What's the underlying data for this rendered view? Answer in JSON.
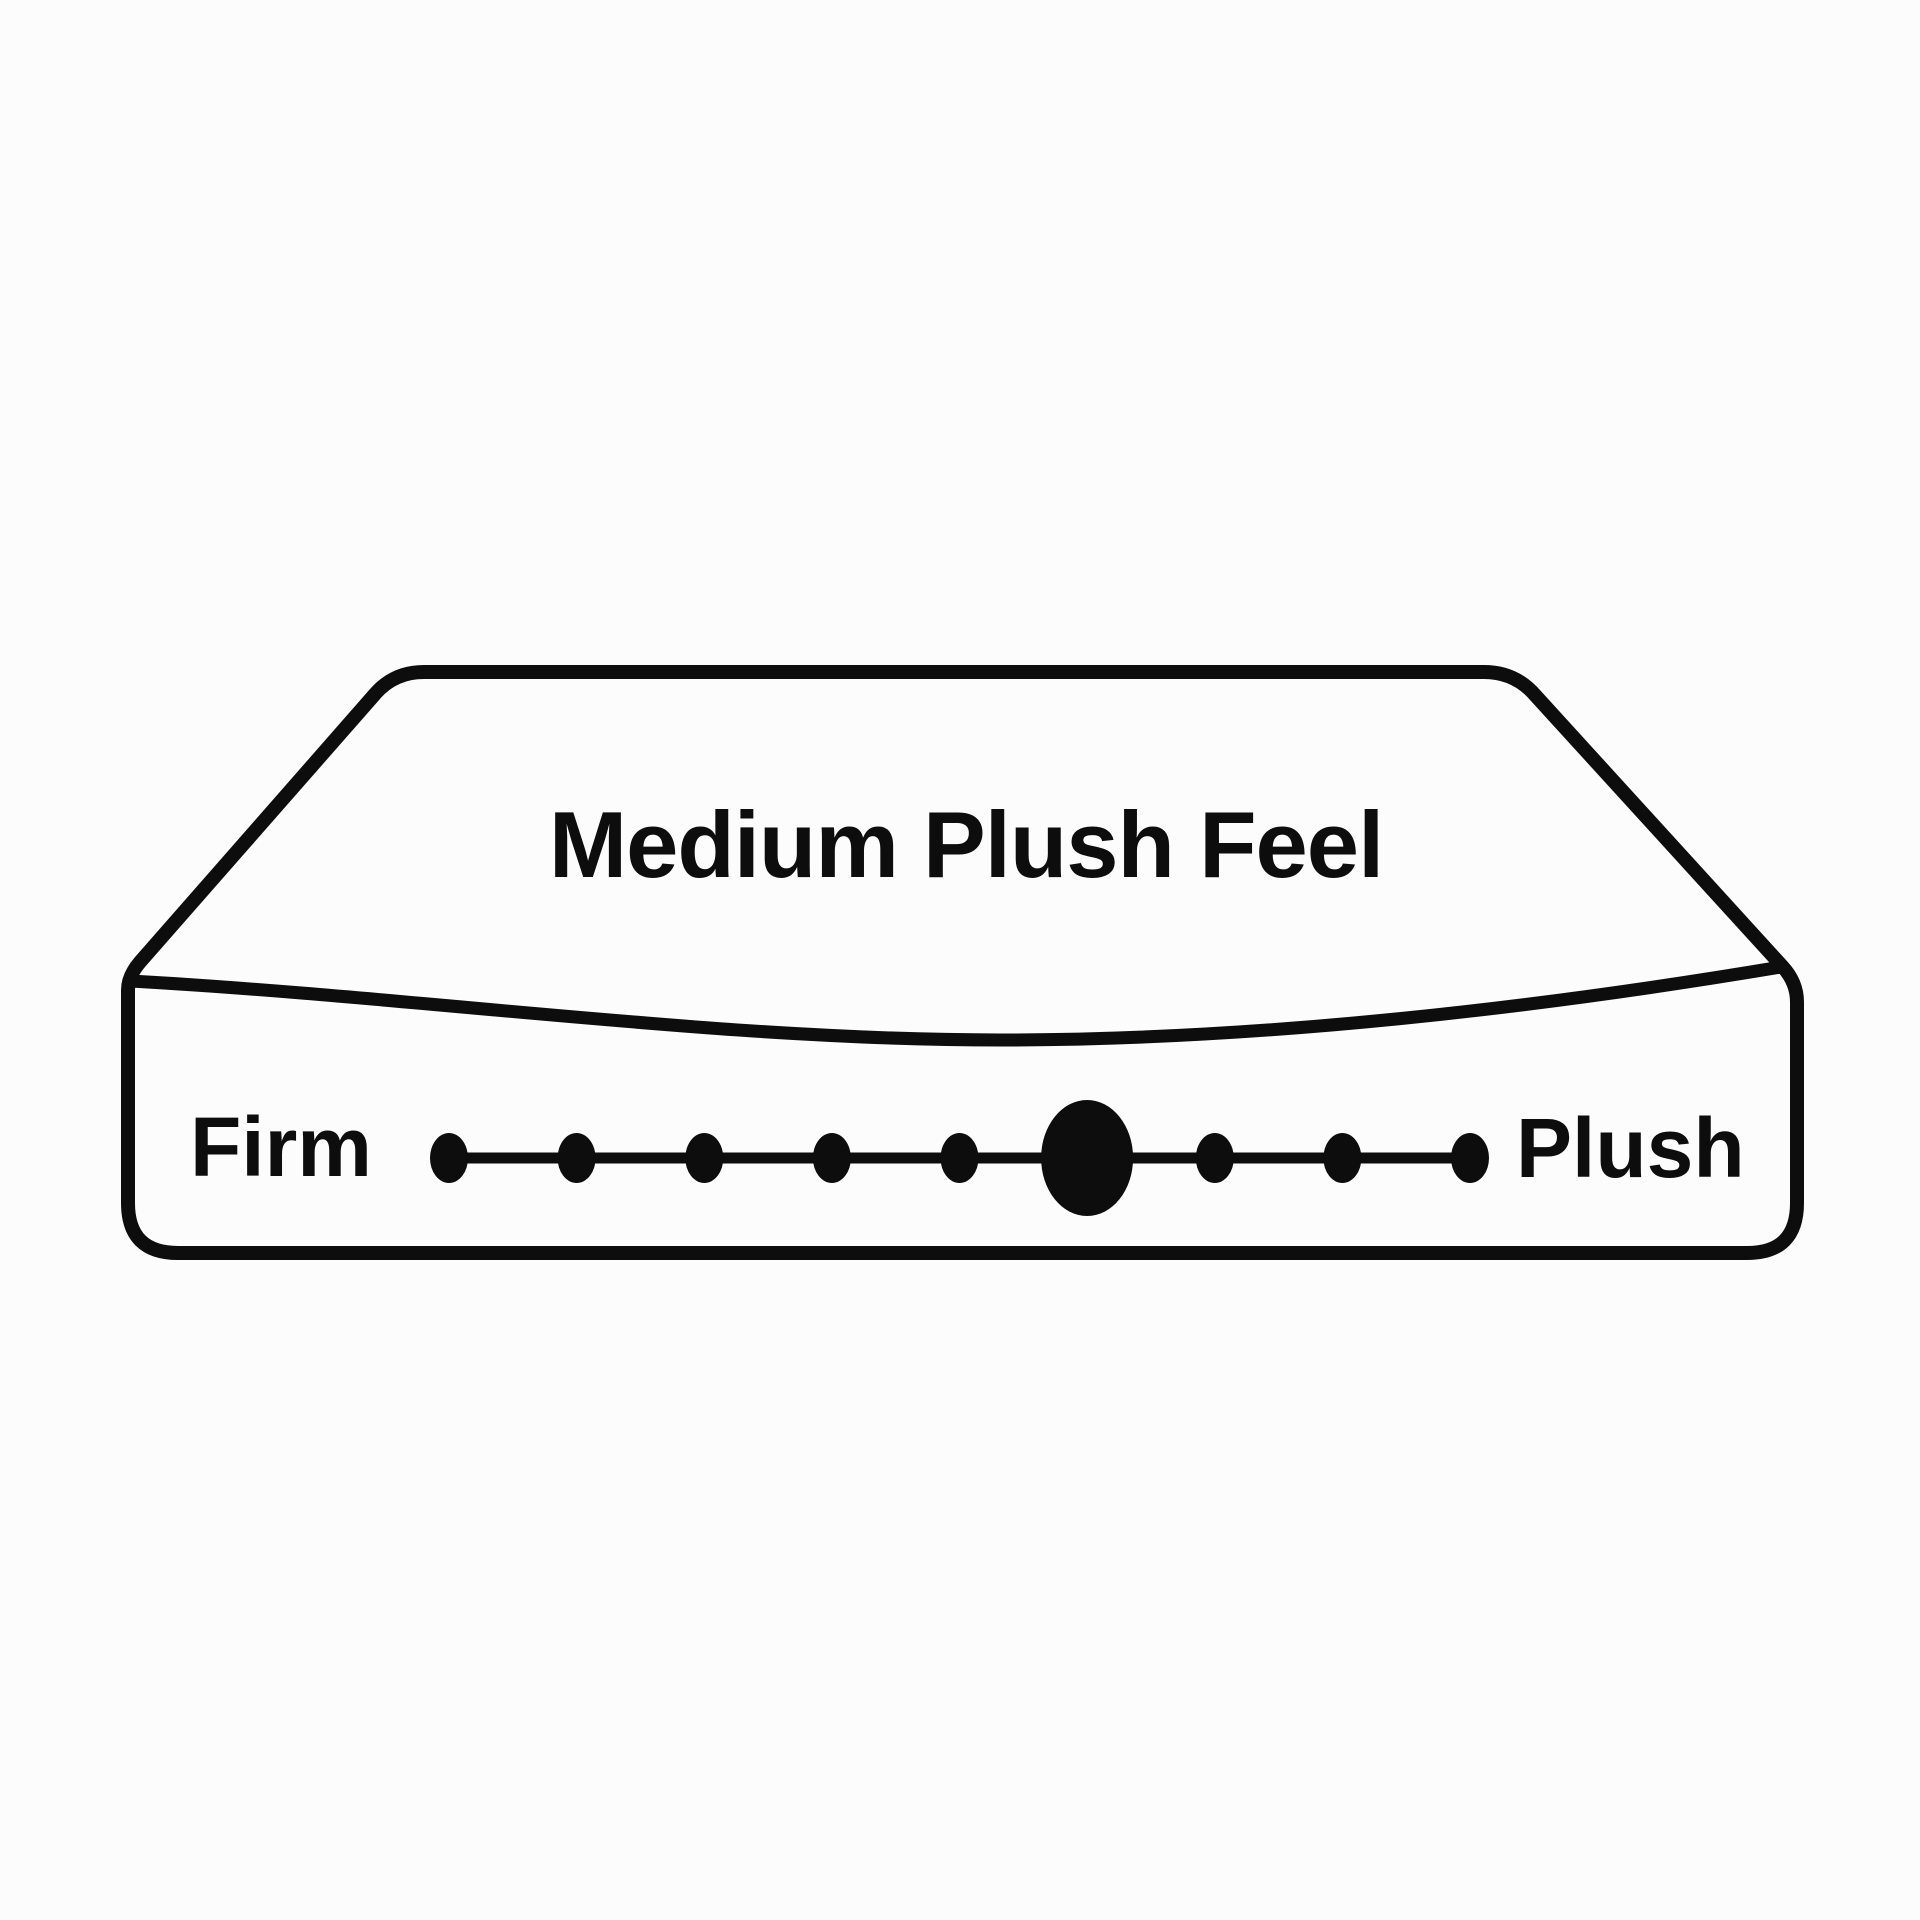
{
  "page": {
    "background": "#fcfcfc",
    "ink": "#0d0d0d"
  },
  "mattress": {
    "feel_label": "Medium Plush Feel"
  },
  "firmness_scale": {
    "left_label": "Firm",
    "right_label": "Plush",
    "levels": 9,
    "selected_level": 6
  }
}
